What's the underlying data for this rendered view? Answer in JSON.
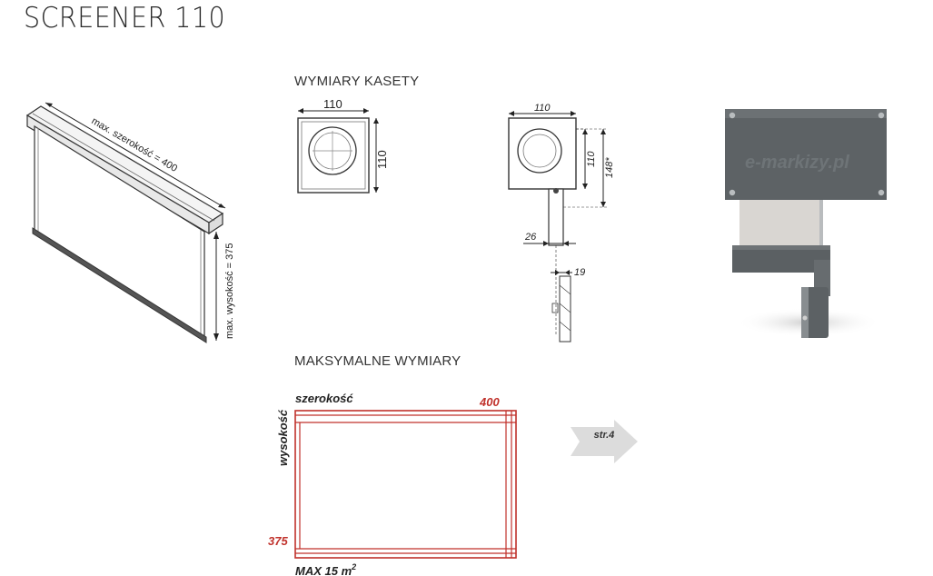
{
  "header": {
    "title": "SCREENER 110"
  },
  "product_drawing": {
    "width_label": "max. szerokość = 400",
    "height_label": "max. wysokość = 375"
  },
  "cassette": {
    "heading": "WYMIARY KASETY",
    "left_drawing": {
      "width": "110",
      "height": "110"
    },
    "right_drawing": {
      "width": "110",
      "height": "110",
      "total_height": "148*",
      "offset": "26",
      "rail": "19"
    }
  },
  "photo": {
    "watermark": "e-markizy.pl"
  },
  "max_dimensions": {
    "heading": "MAKSYMALNE WYMIARY",
    "width_label": "szerokość",
    "width_value": "400",
    "height_label": "wysokość",
    "height_value": "375",
    "area_label": "MAX 15 m",
    "area_sup": "2"
  },
  "navigation": {
    "next_page_label": "str.4"
  },
  "colors": {
    "accent_red": "#c0312b",
    "housing_gray": "#5f6467"
  }
}
